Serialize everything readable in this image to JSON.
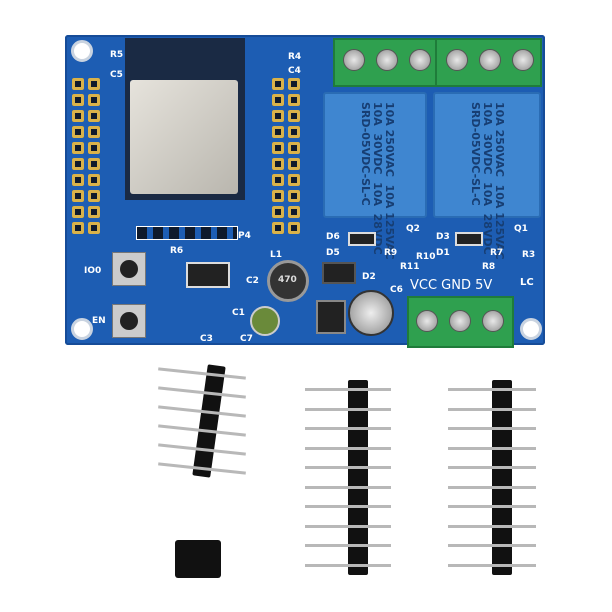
{
  "board": {
    "color": "#1d5db3",
    "labels": {
      "io0": "IO0",
      "en": "EN",
      "power": "VCC GND 5V",
      "logo": "LC",
      "r5": "R5",
      "c5": "C5",
      "r4": "R4",
      "c4": "C4",
      "p4": "P4",
      "r6": "R6",
      "l1": "L1",
      "d2": "D2",
      "c6": "C6",
      "c7": "C7",
      "c1": "C1",
      "c2": "C2",
      "c3": "C3",
      "d6": "D6",
      "d5": "D5",
      "q2": "Q2",
      "r9": "R9",
      "r10": "R10",
      "r11": "R11",
      "d3": "D3",
      "d1": "D1",
      "q1": "Q1",
      "r7": "R7",
      "r3": "R3",
      "r8": "R8",
      "inductor": "470"
    },
    "relay_text": "10A 250VAC  10A 125VAC\n10A  30VDC  10A  28VDC\nSRD-05VDC-SL-C"
  },
  "accessories": {
    "pin_headers": 3,
    "jumper": 1
  }
}
